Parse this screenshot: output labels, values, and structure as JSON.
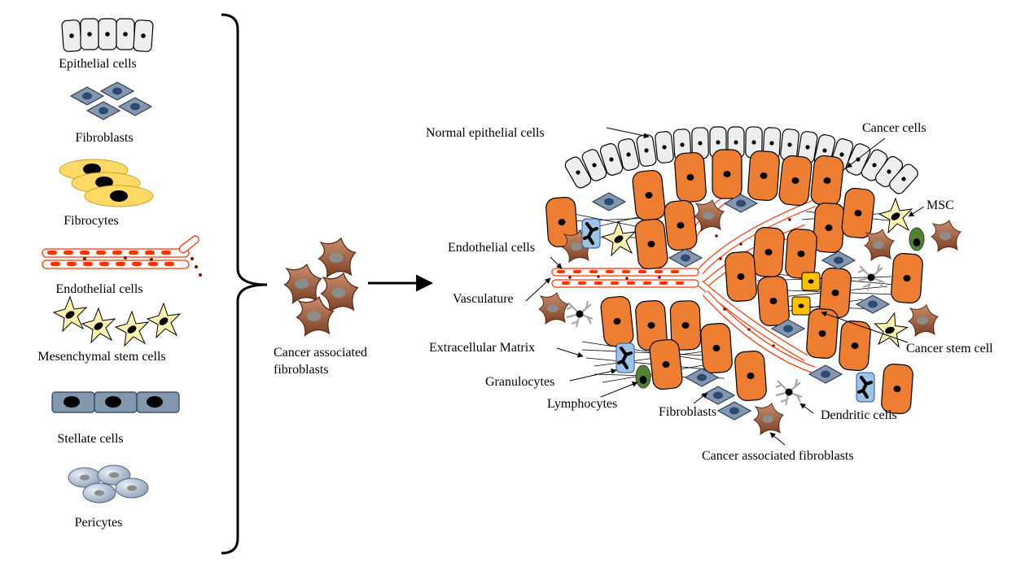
{
  "sources": [
    {
      "label": "Epithelial  cells",
      "icon": "epithelial-cells-icon"
    },
    {
      "label": "Fibroblasts",
      "icon": "fibroblasts-icon"
    },
    {
      "label": "Fibrocytes",
      "icon": "fibrocytes-icon"
    },
    {
      "label": "Endothelial  cells",
      "icon": "endothelial-cells-icon"
    },
    {
      "label": "Mesenchymal  stem cells",
      "icon": "msc-icon"
    },
    {
      "label": "Stellate  cells",
      "icon": "stellate-cells-icon"
    },
    {
      "label": "Pericytes",
      "icon": "pericytes-icon"
    }
  ],
  "caf": {
    "line1": "Cancer associated",
    "line2": "fibroblasts"
  },
  "tme_labels": {
    "normal_epithelial": "Normal epithelial  cells",
    "cancer_cells": "Cancer cells",
    "msc": "MSC",
    "endothelial": "Endothelial  cells",
    "vasculature": "Vasculature",
    "ecm": "Extracellular  Matrix",
    "granulocytes": "Granulocytes",
    "lymphocytes": "Lymphocytes",
    "fibroblasts": "Fibroblasts",
    "dendritic": "Dendritic cells",
    "cancer_stem": "Cancer stem  cell",
    "caf": "Cancer associated fibroblasts"
  },
  "colors": {
    "cancer_cell": "#ED7D31",
    "fibroblast": "#8497B0",
    "caf": "#A0583A",
    "fibrocyte": "#FFD966",
    "endothelial": "#FF3300",
    "msc": "#FFF2B0",
    "stellate": "#8497B0",
    "pericyte": "#B4C7E7",
    "cancer_stem": "#FFC000",
    "granulocyte": "#9DC3E6",
    "lymphocyte": "#548235",
    "dendritic": "#A6A6A6"
  }
}
